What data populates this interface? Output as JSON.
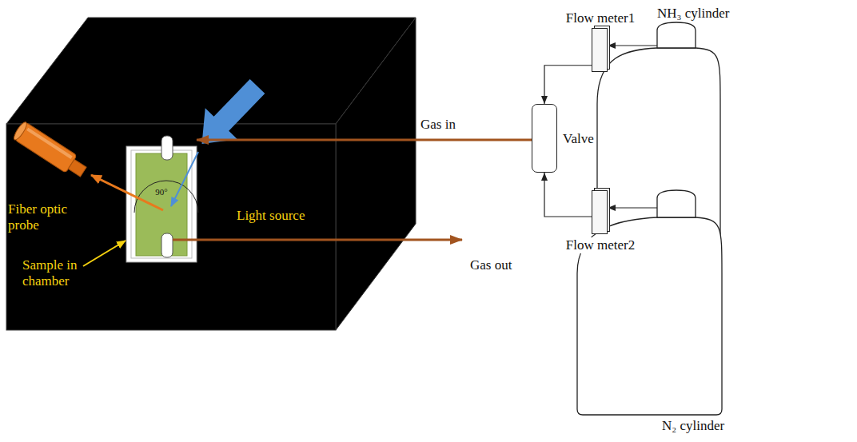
{
  "diagram": {
    "nodes": [
      {
        "text": [
          "90°"
        ]
      },
      {
        "text": [
          "Valve"
        ]
      },
      {
        "text": [
          "NH₃ cylinder"
        ]
      },
      {
        "text": [
          "Flow meter1"
        ]
      },
      {
        "text": [
          "N₂ cylinder"
        ]
      },
      {
        "text": [
          "Flow meter2"
        ]
      }
    ],
    "edges": [
      {
        "from": 2,
        "to": 3,
        "arrow": "to"
      },
      {
        "from": 3,
        "to": 1,
        "arrow": "to"
      },
      {
        "from": 4,
        "to": 5,
        "arrow": "to"
      },
      {
        "from": 5,
        "to": 1,
        "arrow": "to"
      },
      {
        "from": 1,
        "to": 0,
        "arrow": "to",
        "label": "Gas in"
      }
    ],
    "labels": [
      "Light source",
      "Fiber optic probe",
      "Sample in chamber",
      "Gas out"
    ]
  }
}
